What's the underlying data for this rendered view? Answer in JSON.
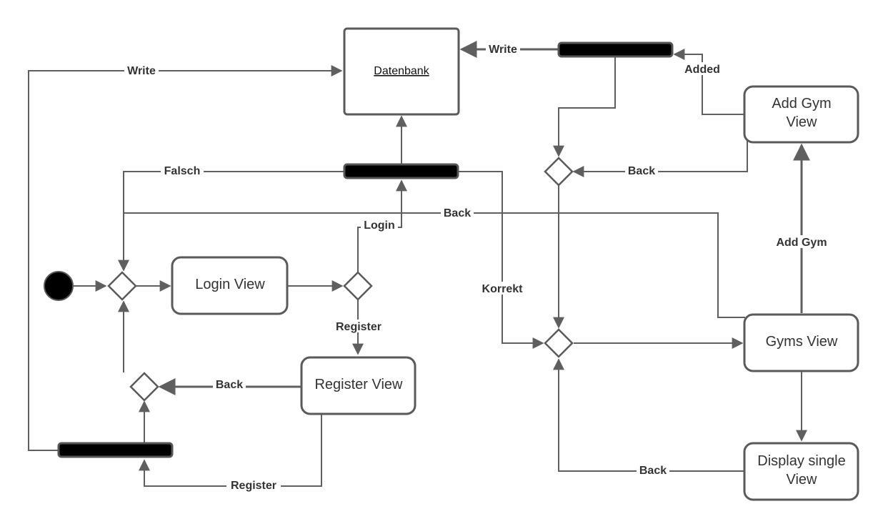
{
  "nodes": {
    "datenbank": "Datenbank",
    "login_view": "Login View",
    "register_view": "Register View",
    "add_gym_view": [
      "Add Gym",
      "View"
    ],
    "gyms_view": "Gyms View",
    "display_single_view": [
      "Display single",
      "View"
    ]
  },
  "edge_labels": {
    "write_left": "Write",
    "write_top": "Write",
    "added": "Added",
    "falsch": "Falsch",
    "back_top": "Back",
    "back_add_gym": "Back",
    "login": "Login",
    "add_gym": "Add Gym",
    "korrekt": "Korrekt",
    "register_down": "Register",
    "back_register": "Back",
    "register_bottom": "Register",
    "back_display": "Back"
  },
  "colors": {
    "stroke": "#5a5a5a",
    "bar_fill": "#000000",
    "initial_node": "#000000",
    "text": "#333333"
  }
}
